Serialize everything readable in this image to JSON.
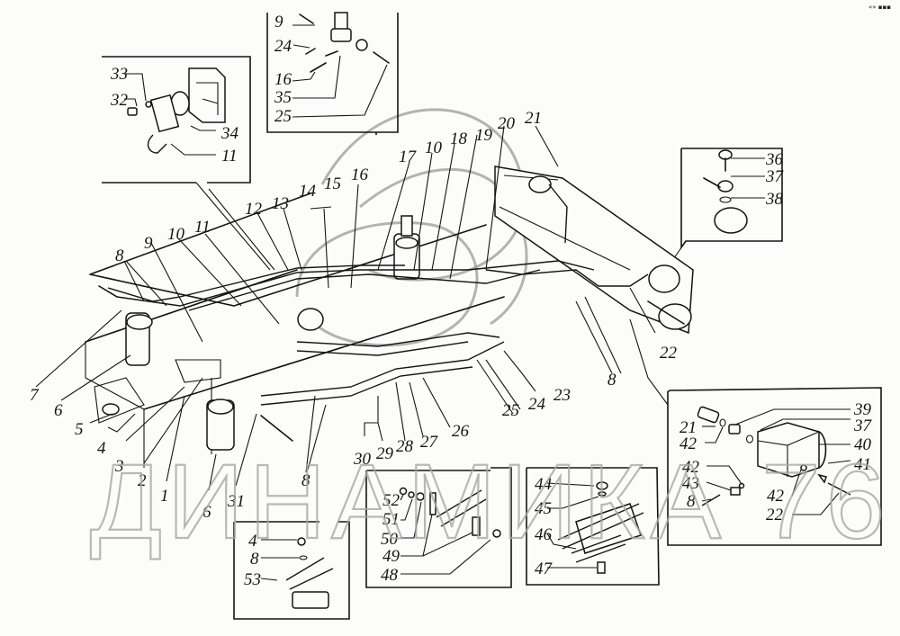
{
  "diagram": {
    "type": "exploded parts diagram",
    "watermark": "ДИНАМИКА 76",
    "corner_mark": "«» ▪▪▪",
    "callouts": {
      "main": [
        {
          "id": "c1",
          "label": "1"
        },
        {
          "id": "c2",
          "label": "2"
        },
        {
          "id": "c3",
          "label": "3"
        },
        {
          "id": "c4",
          "label": "4"
        },
        {
          "id": "c5",
          "label": "5"
        },
        {
          "id": "c6a",
          "label": "6"
        },
        {
          "id": "c6b",
          "label": "6"
        },
        {
          "id": "c7",
          "label": "7"
        },
        {
          "id": "c8a",
          "label": "8"
        },
        {
          "id": "c8b",
          "label": "8"
        },
        {
          "id": "c8c",
          "label": "8"
        },
        {
          "id": "c9",
          "label": "9"
        },
        {
          "id": "c10a",
          "label": "10"
        },
        {
          "id": "c10b",
          "label": "10"
        },
        {
          "id": "c11",
          "label": "11"
        },
        {
          "id": "c12",
          "label": "12"
        },
        {
          "id": "c13",
          "label": "13"
        },
        {
          "id": "c14",
          "label": "14"
        },
        {
          "id": "c15",
          "label": "15"
        },
        {
          "id": "c16",
          "label": "16"
        },
        {
          "id": "c17",
          "label": "17"
        },
        {
          "id": "c18",
          "label": "18"
        },
        {
          "id": "c19",
          "label": "19"
        },
        {
          "id": "c20",
          "label": "20"
        },
        {
          "id": "c21",
          "label": "21"
        },
        {
          "id": "c22",
          "label": "22"
        },
        {
          "id": "c23",
          "label": "23"
        },
        {
          "id": "c24",
          "label": "24"
        },
        {
          "id": "c25",
          "label": "25"
        },
        {
          "id": "c26",
          "label": "26"
        },
        {
          "id": "c27",
          "label": "27"
        },
        {
          "id": "c28",
          "label": "28"
        },
        {
          "id": "c29",
          "label": "29"
        },
        {
          "id": "c30",
          "label": "30"
        },
        {
          "id": "c31",
          "label": "31"
        }
      ],
      "inset_top": [
        "9",
        "24",
        "16",
        "35",
        "25"
      ],
      "inset_left": [
        "33",
        "32",
        "34",
        "11"
      ],
      "inset_right_top": [
        "36",
        "37",
        "38"
      ],
      "inset_right_bottom": [
        "39",
        "37",
        "21",
        "42",
        "40",
        "42",
        "41",
        "43",
        "42",
        "8",
        "22"
      ],
      "inset_bottom_left": [
        "4",
        "8",
        "53"
      ],
      "inset_bottom_mid": [
        "52",
        "51",
        "50",
        "49",
        "48"
      ],
      "inset_bottom_right": [
        "44",
        "45",
        "46",
        "47"
      ]
    }
  }
}
